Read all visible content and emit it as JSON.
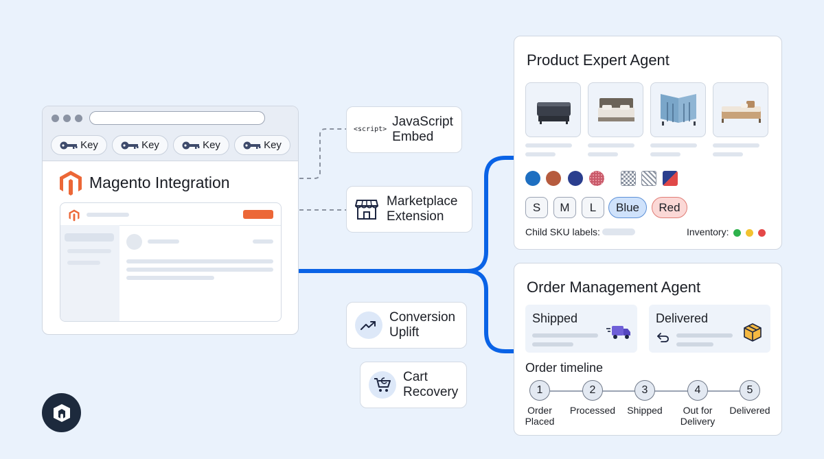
{
  "browser": {
    "key_label": "Key",
    "title": "Magento Integration"
  },
  "options": {
    "js_embed": {
      "tag": "<script>",
      "label": "JavaScript Embed"
    },
    "marketplace": {
      "label": "Marketplace Extension"
    }
  },
  "benefits": {
    "conversion": {
      "label": "Conversion Uplift"
    },
    "cart": {
      "label": "Cart Recovery"
    }
  },
  "product_agent": {
    "title": "Product Expert Agent",
    "color_swatches": [
      "#1e6fc1",
      "#b65b3e",
      "#2a3e8e",
      "#c95a6a"
    ],
    "sizes": [
      "S",
      "M",
      "L"
    ],
    "variant_tags": [
      "Blue",
      "Red"
    ],
    "child_sku_label": "Child SKU labels:",
    "inventory_label": "Inventory:",
    "inventory_colors": [
      "#2eb24c",
      "#f2c230",
      "#e44848"
    ]
  },
  "order_agent": {
    "title": "Order Management Agent",
    "shipped": "Shipped",
    "delivered": "Delivered",
    "timeline_title": "Order timeline",
    "steps": [
      {
        "num": "1",
        "label": "Order Placed"
      },
      {
        "num": "2",
        "label": "Processed"
      },
      {
        "num": "3",
        "label": "Shipped"
      },
      {
        "num": "4",
        "label": "Out for Delivery"
      },
      {
        "num": "5",
        "label": "Delivered"
      }
    ]
  },
  "colors": {
    "connector_blue": "#0a63e6",
    "magento_orange": "#ec6737",
    "tag_blue_bg": "#cfe2fb",
    "tag_red_bg": "#fbd8d6"
  }
}
